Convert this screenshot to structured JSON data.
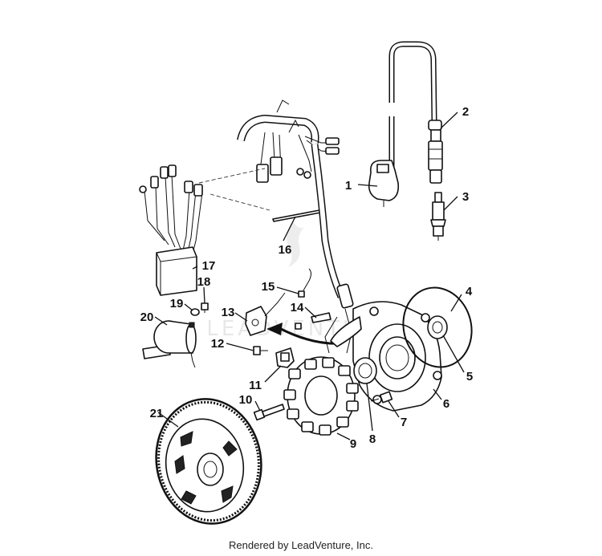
{
  "callouts": [
    {
      "id": "1",
      "label": "1"
    },
    {
      "id": "2",
      "label": "2"
    },
    {
      "id": "3",
      "label": "3"
    },
    {
      "id": "4",
      "label": "4"
    },
    {
      "id": "5",
      "label": "5"
    },
    {
      "id": "6",
      "label": "6"
    },
    {
      "id": "7",
      "label": "7"
    },
    {
      "id": "8",
      "label": "8"
    },
    {
      "id": "9",
      "label": "9"
    },
    {
      "id": "10",
      "label": "10"
    },
    {
      "id": "11",
      "label": "11"
    },
    {
      "id": "12",
      "label": "12"
    },
    {
      "id": "13",
      "label": "13"
    },
    {
      "id": "14",
      "label": "14"
    },
    {
      "id": "15",
      "label": "15"
    },
    {
      "id": "16",
      "label": "16"
    },
    {
      "id": "17",
      "label": "17"
    },
    {
      "id": "18",
      "label": "18"
    },
    {
      "id": "19",
      "label": "19"
    },
    {
      "id": "20",
      "label": "20"
    },
    {
      "id": "21",
      "label": "21"
    }
  ],
  "watermark": "LEADVENTURE",
  "credit": "Rendered by LeadVenture, Inc."
}
